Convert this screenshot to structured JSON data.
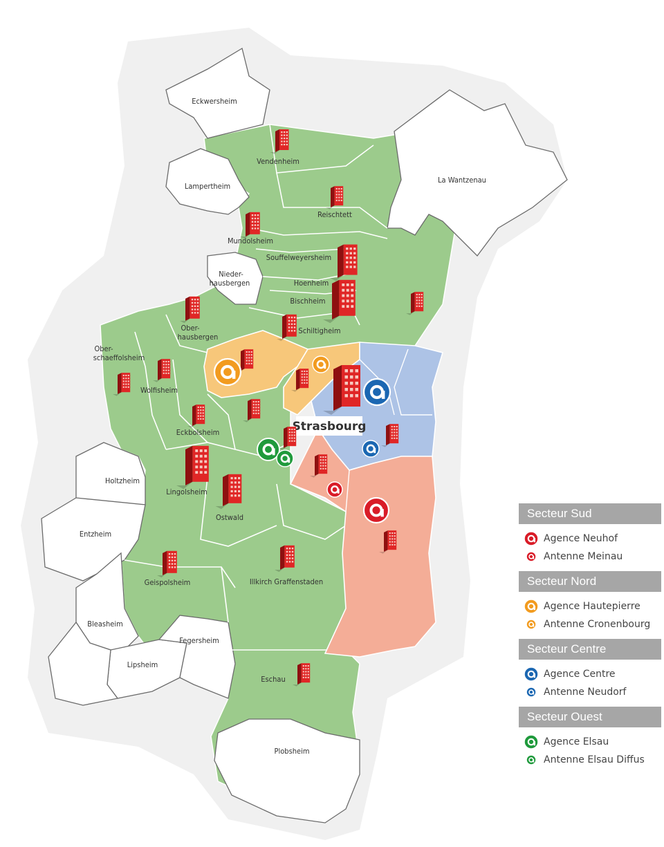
{
  "colors": {
    "green": "#9ccb8c",
    "white": "#ffffff",
    "orange": "#f7c77a",
    "blue": "#adc3e6",
    "salmon": "#f4ad97",
    "halo": "#f0f0f0",
    "border": "#6b6b6b",
    "sud": "#d91c28",
    "nord": "#f29b1f",
    "centre": "#1b67b2",
    "ouest": "#1f9a3c"
  },
  "city_label": "Strasbourg",
  "communes": [
    {
      "name": "Eckwersheim",
      "zone": "white"
    },
    {
      "name": "Vendenheim",
      "zone": "green"
    },
    {
      "name": "Lampertheim",
      "zone": "white"
    },
    {
      "name": "Reischtett",
      "zone": "green"
    },
    {
      "name": "La Wantzenau",
      "zone": "white"
    },
    {
      "name": "Mundolsheim",
      "zone": "green"
    },
    {
      "name": "Souffelweyersheim",
      "zone": "green"
    },
    {
      "name": "Nieder-",
      "zone": "white"
    },
    {
      "name": "hausbergen",
      "zone": "white"
    },
    {
      "name": "Hoenheim",
      "zone": "green"
    },
    {
      "name": "Bischheim",
      "zone": "green"
    },
    {
      "name": "Ober-",
      "zone": "green"
    },
    {
      "name": "hausbergen",
      "zone": "green"
    },
    {
      "name": "Schiltigheim",
      "zone": "green"
    },
    {
      "name": "Ober-",
      "zone": "green"
    },
    {
      "name": "schaeffolsheim",
      "zone": "green"
    },
    {
      "name": "Wolfisheim",
      "zone": "green"
    },
    {
      "name": "Eckbolsheim",
      "zone": "green"
    },
    {
      "name": "Holtzheim",
      "zone": "white"
    },
    {
      "name": "Lingolsheim",
      "zone": "green"
    },
    {
      "name": "Entzheim",
      "zone": "white"
    },
    {
      "name": "Ostwald",
      "zone": "green"
    },
    {
      "name": "Geispolsheim",
      "zone": "green"
    },
    {
      "name": "Illkirch Graffenstaden",
      "zone": "green"
    },
    {
      "name": "Bleasheim",
      "zone": "white"
    },
    {
      "name": "Fegersheim",
      "zone": "white"
    },
    {
      "name": "Lipsheim",
      "zone": "white"
    },
    {
      "name": "Eschau",
      "zone": "green"
    },
    {
      "name": "Plobsheim",
      "zone": "white"
    }
  ],
  "legend": [
    {
      "sector": "Secteur Sud",
      "color_key": "sud",
      "items": [
        {
          "label": "Agence Neuhof",
          "kind": "agence"
        },
        {
          "label": "Antenne Meinau",
          "kind": "antenne"
        }
      ]
    },
    {
      "sector": "Secteur Nord",
      "color_key": "nord",
      "items": [
        {
          "label": "Agence Hautepierre",
          "kind": "agence"
        },
        {
          "label": "Antenne Cronenbourg",
          "kind": "antenne"
        }
      ]
    },
    {
      "sector": "Secteur Centre",
      "color_key": "centre",
      "items": [
        {
          "label": "Agence Centre",
          "kind": "agence"
        },
        {
          "label": "Antenne Neudorf",
          "kind": "antenne"
        }
      ]
    },
    {
      "sector": "Secteur Ouest",
      "color_key": "ouest",
      "items": [
        {
          "label": "Agence Elsau",
          "kind": "agence"
        },
        {
          "label": "Antenne Elsau Diffus",
          "kind": "antenne"
        }
      ]
    }
  ],
  "map_markers": [
    {
      "sector": "sud",
      "kind": "agence"
    },
    {
      "sector": "sud",
      "kind": "antenne"
    },
    {
      "sector": "nord",
      "kind": "agence"
    },
    {
      "sector": "nord",
      "kind": "antenne"
    },
    {
      "sector": "centre",
      "kind": "agence"
    },
    {
      "sector": "centre",
      "kind": "antenne"
    },
    {
      "sector": "ouest",
      "kind": "agence"
    },
    {
      "sector": "ouest",
      "kind": "antenne"
    }
  ]
}
